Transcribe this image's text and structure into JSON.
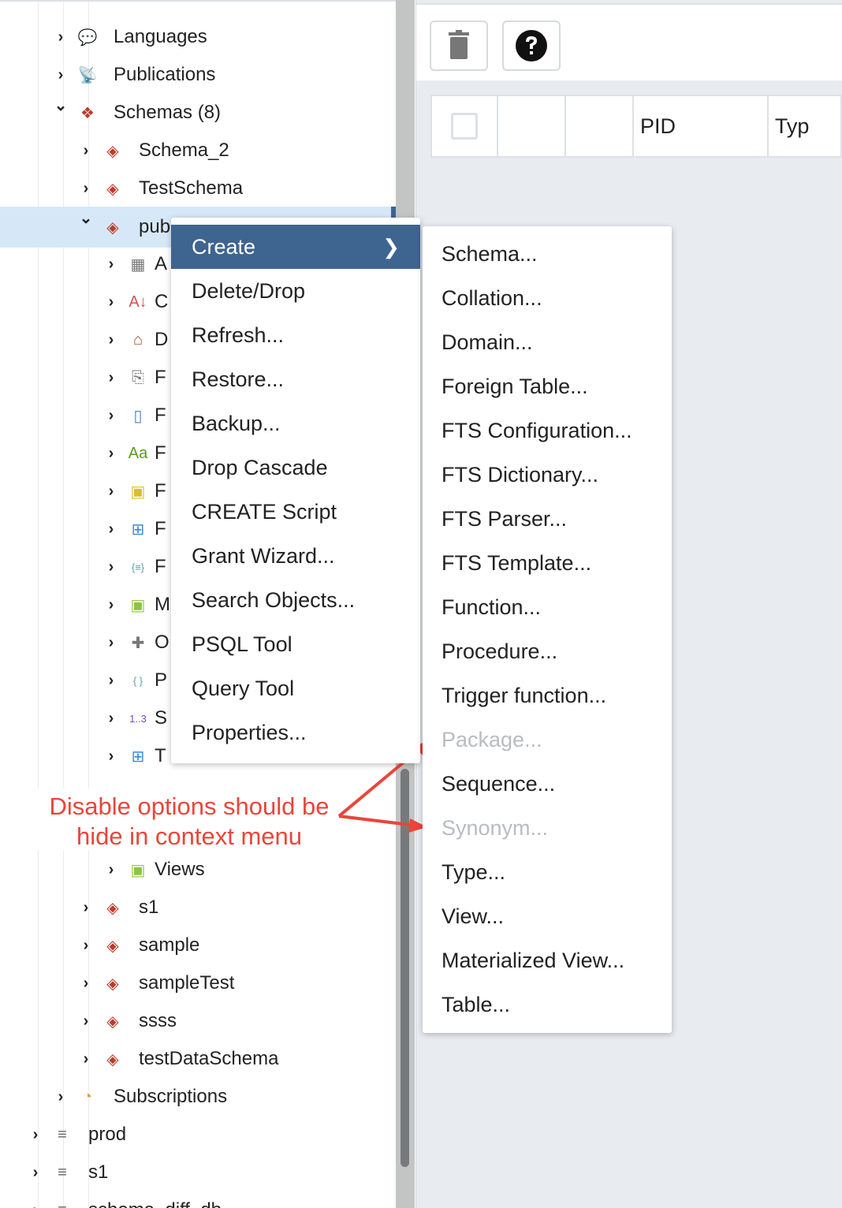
{
  "tree": {
    "rows": [
      {
        "label": "Languages",
        "level": 1,
        "expanded": false,
        "icon": "languages-icon"
      },
      {
        "label": "Publications",
        "level": 1,
        "expanded": false,
        "icon": "publications-icon"
      },
      {
        "label": "Schemas (8)",
        "level": 1,
        "expanded": true,
        "icon": "schemas-icon"
      },
      {
        "label": "Schema_2",
        "level": 2,
        "expanded": false,
        "icon": "schema-icon"
      },
      {
        "label": "TestSchema",
        "level": 2,
        "expanded": false,
        "icon": "schema-icon"
      },
      {
        "label": "pub",
        "level": 2,
        "expanded": true,
        "icon": "schema-icon",
        "selected": true
      },
      {
        "label": "A",
        "level": 3,
        "expanded": false,
        "icon": "aggregates-icon"
      },
      {
        "label": "C",
        "level": 3,
        "expanded": false,
        "icon": "collations-icon"
      },
      {
        "label": "D",
        "level": 3,
        "expanded": false,
        "icon": "domains-icon"
      },
      {
        "label": "F",
        "level": 3,
        "expanded": false,
        "icon": "fts-configurations-icon"
      },
      {
        "label": "F",
        "level": 3,
        "expanded": false,
        "icon": "fts-dictionaries-icon"
      },
      {
        "label": "F",
        "level": 3,
        "expanded": false,
        "icon": "fts-parsers-icon"
      },
      {
        "label": "F",
        "level": 3,
        "expanded": false,
        "icon": "fts-templates-icon"
      },
      {
        "label": "F",
        "level": 3,
        "expanded": false,
        "icon": "foreign-tables-icon"
      },
      {
        "label": "F",
        "level": 3,
        "expanded": false,
        "icon": "functions-icon"
      },
      {
        "label": "M",
        "level": 3,
        "expanded": false,
        "icon": "materialized-views-icon"
      },
      {
        "label": "O",
        "level": 3,
        "expanded": false,
        "icon": "operators-icon"
      },
      {
        "label": "P",
        "level": 3,
        "expanded": false,
        "icon": "procedures-icon"
      },
      {
        "label": "S",
        "level": 3,
        "expanded": false,
        "icon": "sequences-icon"
      },
      {
        "label": "T",
        "level": 3,
        "expanded": false,
        "icon": "tables-icon"
      },
      {
        "label": "",
        "level": 3,
        "expanded": false,
        "icon": "trigger-functions-icon",
        "hidden": true
      },
      {
        "label": "Views",
        "level": 3,
        "expanded": false,
        "icon": "views-icon"
      },
      {
        "label": "s1",
        "level": 2,
        "expanded": false,
        "icon": "schema-icon"
      },
      {
        "label": "sample",
        "level": 2,
        "expanded": false,
        "icon": "schema-icon"
      },
      {
        "label": "sampleTest",
        "level": 2,
        "expanded": false,
        "icon": "schema-icon"
      },
      {
        "label": "ssss",
        "level": 2,
        "expanded": false,
        "icon": "schema-icon"
      },
      {
        "label": "testDataSchema",
        "level": 2,
        "expanded": false,
        "icon": "schema-icon"
      },
      {
        "label": "Subscriptions",
        "level": 1,
        "expanded": false,
        "icon": "subscriptions-icon"
      },
      {
        "label": "prod",
        "level": 0,
        "expanded": false,
        "icon": "database-disconnected-icon"
      },
      {
        "label": "s1",
        "level": 0,
        "expanded": false,
        "icon": "database-disconnected-icon"
      },
      {
        "label": "schema_diff_db",
        "level": 0,
        "expanded": false,
        "icon": "database-disconnected-icon"
      }
    ]
  },
  "toolbar": {
    "delete_icon": "trash-icon",
    "help_icon": "help-circle-icon"
  },
  "grid": {
    "columns": [
      "",
      "",
      "",
      "PID",
      "Typ"
    ]
  },
  "context_menu": {
    "items": [
      {
        "label": "Create",
        "active": true,
        "submenu": true
      },
      {
        "label": "Delete/Drop"
      },
      {
        "label": "Refresh..."
      },
      {
        "label": "Restore..."
      },
      {
        "label": "Backup..."
      },
      {
        "label": "Drop Cascade"
      },
      {
        "label": "CREATE Script"
      },
      {
        "label": "Grant Wizard..."
      },
      {
        "label": "Search Objects..."
      },
      {
        "label": "PSQL Tool"
      },
      {
        "label": "Query Tool"
      },
      {
        "label": "Properties..."
      }
    ]
  },
  "submenu": {
    "items": [
      {
        "label": "Schema..."
      },
      {
        "label": "Collation..."
      },
      {
        "label": "Domain..."
      },
      {
        "label": "Foreign Table..."
      },
      {
        "label": "FTS Configuration..."
      },
      {
        "label": "FTS Dictionary..."
      },
      {
        "label": "FTS Parser..."
      },
      {
        "label": "FTS Template..."
      },
      {
        "label": "Function..."
      },
      {
        "label": "Procedure..."
      },
      {
        "label": "Trigger function..."
      },
      {
        "label": "Package...",
        "disabled": true
      },
      {
        "label": "Sequence..."
      },
      {
        "label": "Synonym...",
        "disabled": true
      },
      {
        "label": "Type..."
      },
      {
        "label": "View..."
      },
      {
        "label": "Materialized View..."
      },
      {
        "label": "Table..."
      }
    ]
  },
  "annotation": {
    "text": "Disable options should be hide in context menu",
    "color": "#e8463a"
  },
  "colors": {
    "accent": "#3e6490",
    "selected_row": "#d6e8f7",
    "schema_icon": "#c0392b"
  }
}
